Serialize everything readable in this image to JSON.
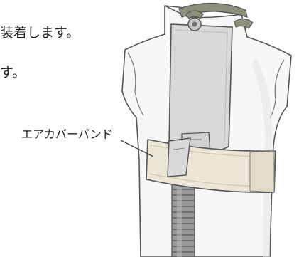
{
  "instructions": {
    "line1": "装着します。",
    "line2": "す。"
  },
  "callout": {
    "label": "エアカバーバンド"
  },
  "colors": {
    "outline": "#555555",
    "body_fill": "#f7f7f7",
    "body_shade": "#e6e6e6",
    "plate_fill": "#d9d9d9",
    "band_fill": "#ece6d7",
    "band_edge": "#cfc6b0",
    "tube_fill": "#9a9a9a",
    "tube_dark": "#6f6f6f",
    "strap_fill": "#8c8f7a"
  },
  "icons": {
    "mannequin": "mannequin-torso",
    "device": "air-cover-device",
    "band": "air-cover-band",
    "hose": "corrugated-hose"
  }
}
